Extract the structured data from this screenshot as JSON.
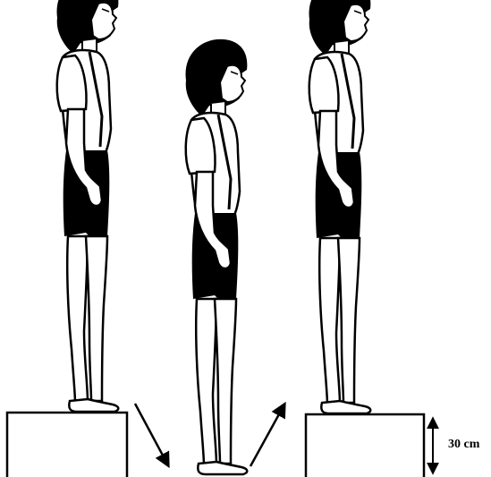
{
  "figure": {
    "description_free": true,
    "step_height_label": "30 cm",
    "ink_color": "#000000",
    "background_color": "#ffffff",
    "sequence": [
      {
        "name": "figure-on-box-left",
        "pose": "standing-on-box"
      },
      {
        "name": "figure-on-floor-middle",
        "pose": "standing-on-floor"
      },
      {
        "name": "figure-on-box-right",
        "pose": "standing-on-box"
      }
    ],
    "arrows": [
      {
        "name": "step-down-arrow",
        "direction": "down-right"
      },
      {
        "name": "step-up-arrow",
        "direction": "up-right"
      },
      {
        "name": "height-dimension-arrow",
        "direction": "vertical-double"
      }
    ]
  }
}
